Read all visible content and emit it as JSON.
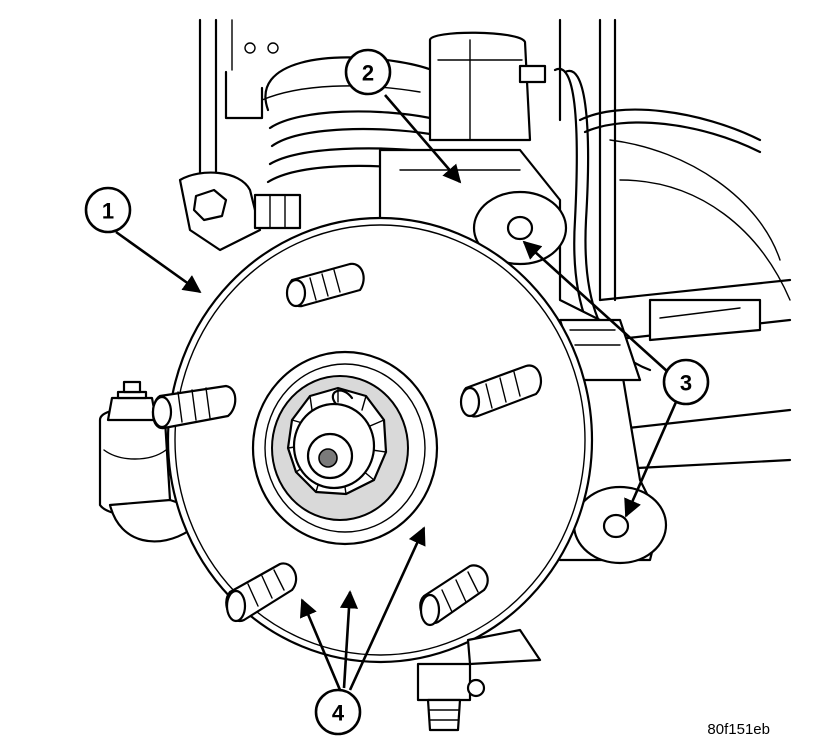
{
  "figure_id": "80f151eb",
  "callouts": [
    {
      "number": "1"
    },
    {
      "number": "2"
    },
    {
      "number": "3"
    },
    {
      "number": "4"
    }
  ]
}
